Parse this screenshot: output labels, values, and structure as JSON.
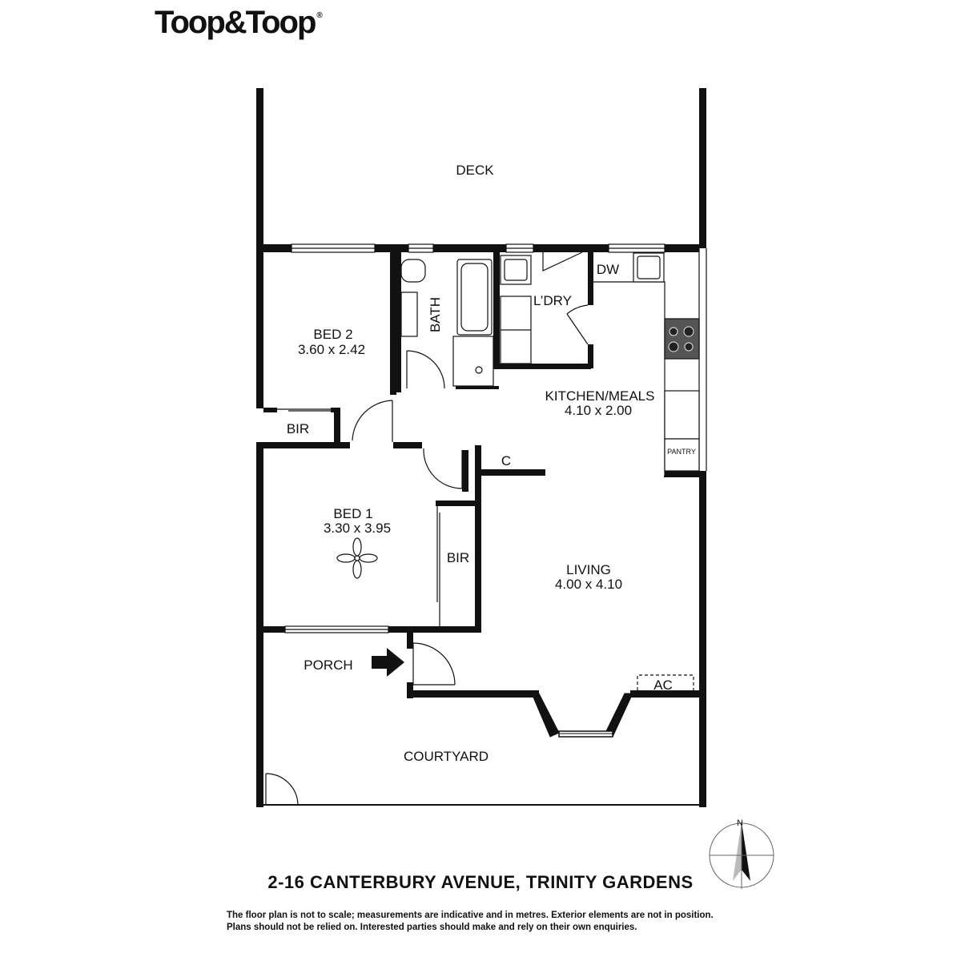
{
  "brand": {
    "name": "Toop&Toop",
    "mark": "®"
  },
  "rooms": {
    "deck": {
      "name": "DECK"
    },
    "bed2": {
      "name": "BED 2",
      "size": "3.60 x 2.42"
    },
    "bath": {
      "name": "BATH"
    },
    "laundry": {
      "name": "L’DRY"
    },
    "dishwasher": {
      "name": "DW"
    },
    "kitchen": {
      "name": "KITCHEN/MEALS",
      "size": "4.10 x 2.00"
    },
    "pantry": {
      "name": "PANTRY"
    },
    "bir_bed2": {
      "name": "BIR"
    },
    "cupboard": {
      "name": "C"
    },
    "bed1": {
      "name": "BED 1",
      "size": "3.30 x 3.95"
    },
    "bir_bed1": {
      "name": "BIR"
    },
    "living": {
      "name": "LIVING",
      "size": "4.00 x 4.10"
    },
    "porch": {
      "name": "PORCH"
    },
    "ac": {
      "name": "AC"
    },
    "courtyard": {
      "name": "COURTYARD"
    }
  },
  "compass": {
    "north": "N"
  },
  "address": "2-16 CANTERBURY AVENUE, TRINITY GARDENS",
  "disclaimer": {
    "line1": "The floor plan is not to scale; measurements are indicative and in metres. Exterior elements are not in position.",
    "line2": "Plans should not be relied on. Interested parties should make and rely on their own enquiries."
  }
}
